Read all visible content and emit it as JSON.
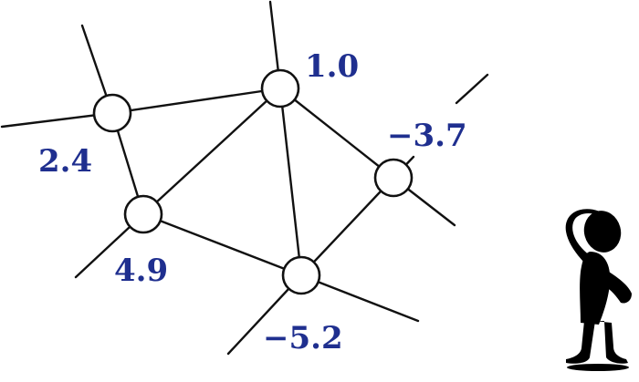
{
  "graph": {
    "node_values": [
      "1.0",
      "2.4",
      "4.9",
      "−3.7",
      "−5.2"
    ],
    "label_color": "#1f2f8f",
    "edge_color": "#111111",
    "node_fill": "#ffffff"
  },
  "figure": {
    "icon": "thinking-person-icon",
    "color": "#000000"
  }
}
